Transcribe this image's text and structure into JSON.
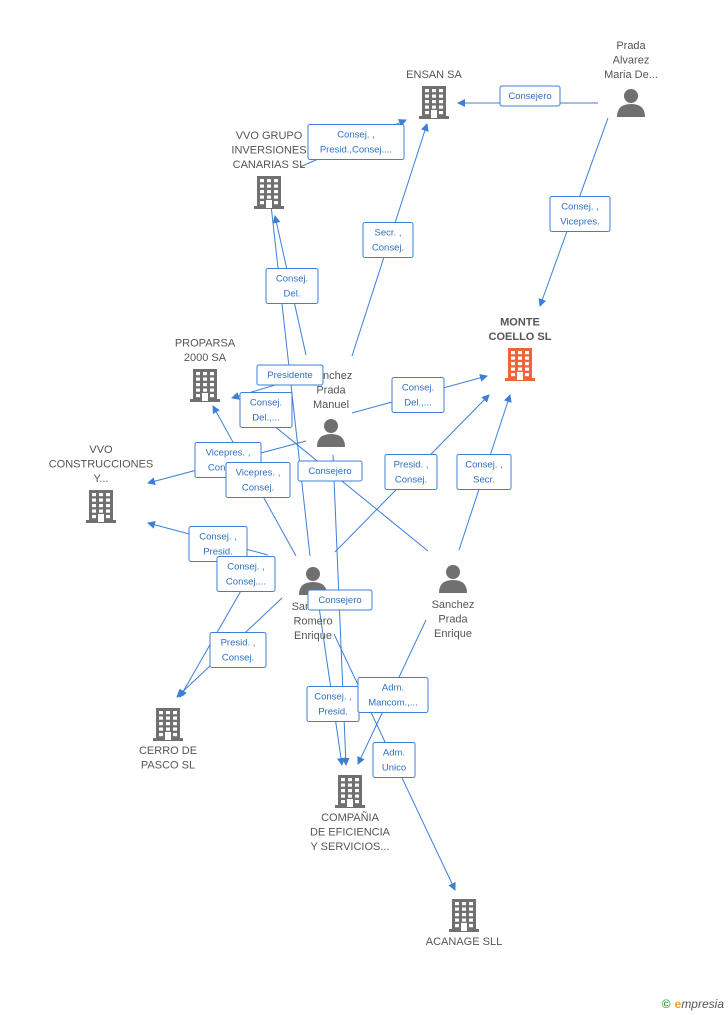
{
  "colors": {
    "edge": "#3d7fd6",
    "icon": "#707070",
    "focus": "#f0643c",
    "text": "#555555"
  },
  "nodes": [
    {
      "id": "ensan",
      "type": "company",
      "label": [
        "ENSAN SA"
      ]
    },
    {
      "id": "prada_alvarez",
      "type": "person",
      "label": [
        "Prada",
        "Alvarez",
        "Maria De..."
      ]
    },
    {
      "id": "vvo_grupo",
      "type": "company",
      "label": [
        "VVO GRUPO",
        "INVERSIONES",
        "CANARIAS SL"
      ]
    },
    {
      "id": "monte_coello",
      "type": "company",
      "focus": true,
      "label": [
        "MONTE",
        "COELLO SL"
      ]
    },
    {
      "id": "proparsa",
      "type": "company",
      "label": [
        "PROPARSA",
        "2000 SA"
      ]
    },
    {
      "id": "sanchez_manuel",
      "type": "person",
      "label": [
        "Sanchez",
        "Prada",
        "Manuel"
      ]
    },
    {
      "id": "vvo_construcciones",
      "type": "company",
      "label": [
        "VVO",
        "CONSTRUCCIONES",
        "Y..."
      ]
    },
    {
      "id": "sanchez_romero",
      "type": "person",
      "label": [
        "Sanchez",
        "Romero",
        "Enrique"
      ]
    },
    {
      "id": "sanchez_enrique",
      "type": "person",
      "label": [
        "Sanchez",
        "Prada",
        "Enrique"
      ]
    },
    {
      "id": "cerro",
      "type": "company",
      "label": [
        "CERRO DE",
        "PASCO  SL"
      ]
    },
    {
      "id": "compania",
      "type": "company",
      "label": [
        "COMPAÑIA",
        "DE EFICIENCIA",
        "Y SERVICIOS..."
      ]
    },
    {
      "id": "acanage",
      "type": "company",
      "label": [
        "ACANAGE SLL"
      ]
    }
  ],
  "edges": [
    {
      "from": "prada_alvarez",
      "to": "ensan",
      "label": [
        "Consejero"
      ]
    },
    {
      "from": "prada_alvarez",
      "to": "monte_coello",
      "label": [
        "Consej. ,",
        "Vicepres."
      ]
    },
    {
      "from": "sanchez_manuel",
      "to": "ensan",
      "label": [
        "Secr. ,",
        "Consej."
      ]
    },
    {
      "from": "sanchez_manuel",
      "to": "monte_coello",
      "label": [
        "Consej.",
        "Del.,..."
      ]
    },
    {
      "from": "sanchez_manuel",
      "to": "vvo_grupo",
      "label": [
        "Consej.",
        "Del."
      ]
    },
    {
      "from": "sanchez_manuel",
      "to": "proparsa",
      "label": [
        "Presidente"
      ]
    },
    {
      "from": "sanchez_manuel",
      "to": "vvo_construcciones",
      "label": [
        "Vicepres. ,",
        "Consej...."
      ]
    },
    {
      "from": "sanchez_manuel",
      "to": "compania",
      "label": [
        "Consejero"
      ]
    },
    {
      "from": "sanchez_romero",
      "to": "vvo_grupo",
      "label": [
        "Consej. ,",
        "Presid.,Consej...."
      ]
    },
    {
      "from": "sanchez_romero",
      "to": "proparsa",
      "label": [
        "Consej.",
        "Del.,..."
      ]
    },
    {
      "from": "sanchez_romero",
      "to": "vvo_construcciones",
      "label": [
        "Consej. ,",
        "Presid."
      ]
    },
    {
      "from": "sanchez_romero",
      "to": "cerro",
      "label": [
        "Presid. ,",
        "Consej."
      ]
    },
    {
      "from": "sanchez_romero",
      "to": "compania",
      "label": [
        "Consej. ,",
        "Presid."
      ]
    },
    {
      "from": "sanchez_romero",
      "to": "acanage",
      "label": [
        "Adm.",
        "Unico"
      ]
    },
    {
      "from": "sanchez_romero",
      "to": "monte_coello",
      "label": [
        "Presid. ,",
        "Consej."
      ]
    },
    {
      "from": "sanchez_enrique",
      "to": "monte_coello",
      "label": [
        "Consej. ,",
        "Secr."
      ]
    },
    {
      "from": "sanchez_enrique",
      "to": "proparsa",
      "label": [
        "Vicepres. ,",
        "Consej."
      ]
    },
    {
      "from": "sanchez_enrique",
      "to": "compania",
      "label": [
        "Adm.",
        "Mancom.,..."
      ]
    },
    {
      "from": "sanchez_manuel",
      "to": "cerro",
      "label": [
        "Consej. ,",
        "Consej...."
      ]
    },
    {
      "from": "sanchez_romero",
      "to": "compania",
      "label": [
        "Consejero"
      ]
    }
  ],
  "credit": {
    "symbol": "©",
    "brand_initial": "e",
    "brand_rest": "mpresia"
  }
}
